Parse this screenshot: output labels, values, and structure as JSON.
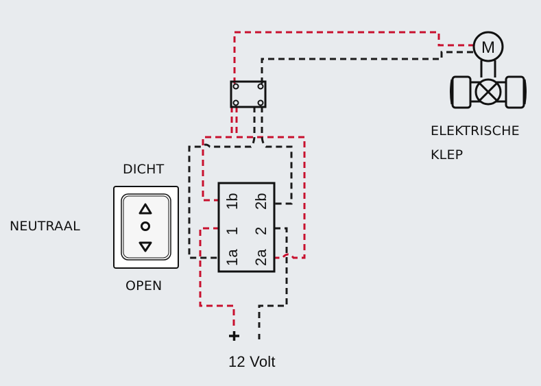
{
  "colors": {
    "background": "#e8ebee",
    "positive_wire": "#c8102e",
    "negative_wire": "#1a1a1a",
    "outline": "#111111"
  },
  "labels": {
    "dicht": "DICHT",
    "neutraal": "NEUTRAAL",
    "open": "OPEN",
    "valve_line1": "ELEKTRISCHE",
    "valve_line2": "KLEP",
    "voltage": "12 Volt",
    "plus": "+",
    "motor": "M"
  },
  "switch_terminals": {
    "left": [
      "1b",
      "1",
      "1a"
    ],
    "right": [
      "2b",
      "2",
      "2a"
    ]
  },
  "rocker_symbols": [
    "up-triangle",
    "circle",
    "down-triangle"
  ]
}
